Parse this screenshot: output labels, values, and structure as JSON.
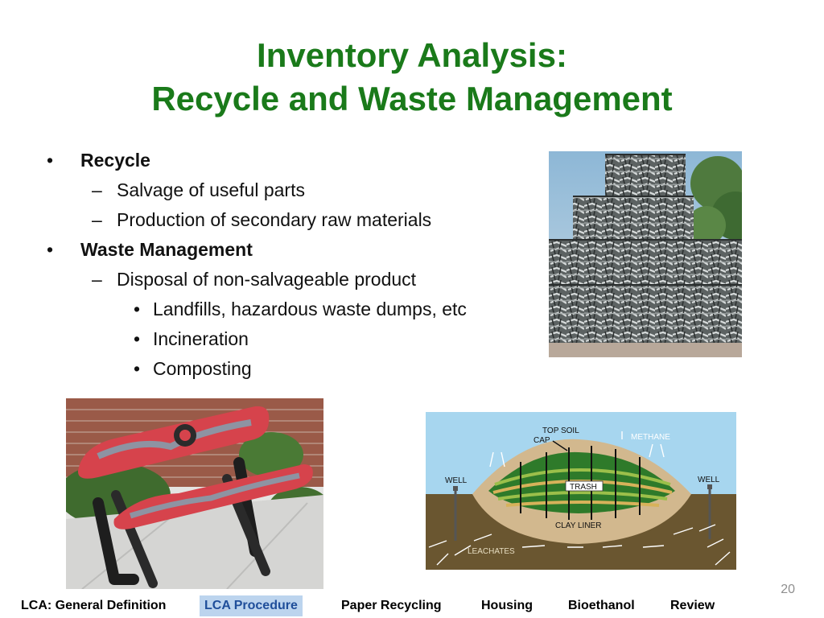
{
  "slide": {
    "title_line1": "Inventory Analysis:",
    "title_line2": "Recycle and Waste Management",
    "page_number": "20"
  },
  "bullets": [
    {
      "level": 1,
      "marker": "•",
      "text": "Recycle"
    },
    {
      "level": 2,
      "marker": "–",
      "text": "Salvage of useful parts"
    },
    {
      "level": 2,
      "marker": "–",
      "text": "Production of secondary raw materials"
    },
    {
      "level": 1,
      "marker": "•",
      "text": "Waste Management"
    },
    {
      "level": 2,
      "marker": "–",
      "text": "Disposal of non-salvageable product"
    },
    {
      "level": 3,
      "marker": "•",
      "text": "Landfills, hazardous waste dumps, etc"
    },
    {
      "level": 3,
      "marker": "•",
      "text": "Incineration"
    },
    {
      "level": 3,
      "marker": "•",
      "text": "Composting"
    }
  ],
  "landfill_diagram": {
    "top_soil_cap_line1": "TOP SOIL",
    "top_soil_cap_line2": "CAP",
    "methane": "METHANE",
    "well_left": "WELL",
    "well_right": "WELL",
    "trash": "TRASH",
    "clay_liner": "CLAY LINER",
    "leachates": "LEACHATES"
  },
  "nav": {
    "items": [
      {
        "label": "LCA: General Definition",
        "active": false
      },
      {
        "label": "LCA Procedure",
        "active": true
      },
      {
        "label": "Paper Recycling",
        "active": false
      },
      {
        "label": "Housing",
        "active": false
      },
      {
        "label": "Bioethanol",
        "active": false
      },
      {
        "label": "Review",
        "active": false
      }
    ]
  },
  "colors": {
    "title": "#1a7a1a",
    "nav_active_bg": "#bcd4ee",
    "nav_active_text": "#1f4e9a"
  }
}
